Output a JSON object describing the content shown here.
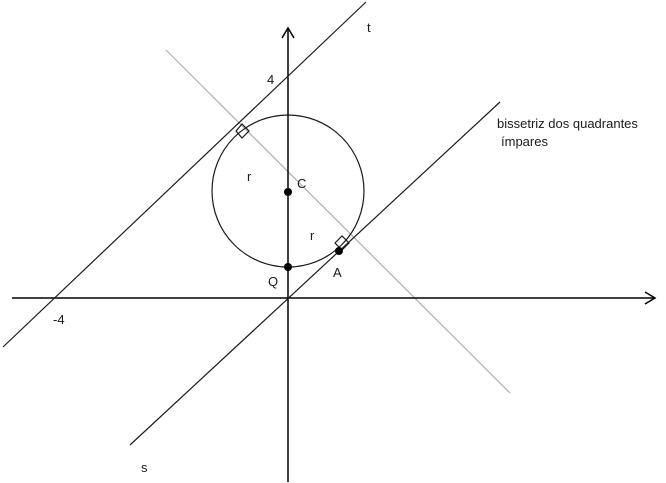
{
  "labels": {
    "line_t": "t",
    "line_s": "s",
    "tick_y": "4",
    "tick_x": "-4",
    "point_c": "C",
    "point_q": "Q",
    "point_a": "A",
    "radius_upper": "r",
    "radius_lower": "r",
    "bisector_line1": "bissetriz dos quadrantes",
    "bisector_line2": "ímpares"
  },
  "colors": {
    "axes": "#000000",
    "lines": "#1a1a1a",
    "bisector": "#b0b0b0",
    "points": "#000000"
  }
}
